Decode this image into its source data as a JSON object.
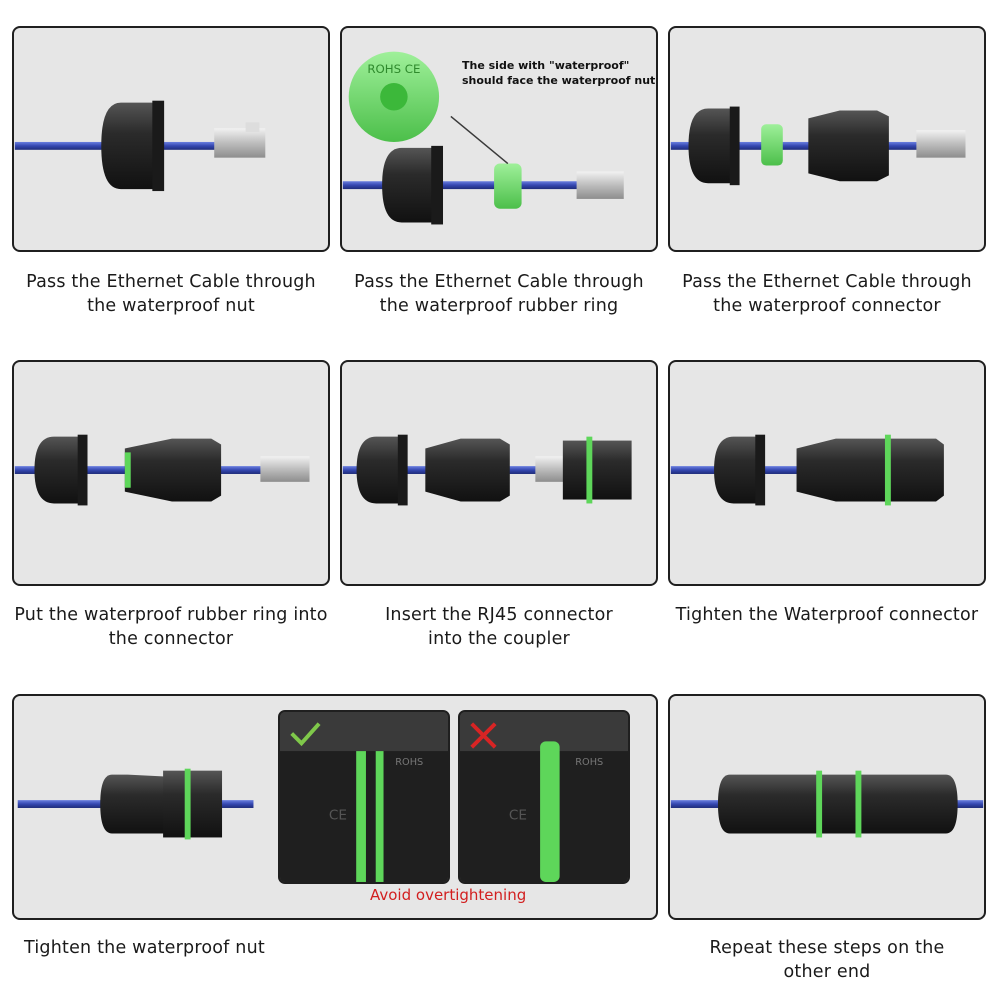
{
  "steps": [
    {
      "line1": "Pass the Ethernet Cable through",
      "line2": "the waterproof nut"
    },
    {
      "line1": "Pass the Ethernet Cable through",
      "line2": "the waterproof rubber ring"
    },
    {
      "line1": "Pass the Ethernet Cable through",
      "line2": "the waterproof connector"
    },
    {
      "line1": "Put the waterproof rubber ring into",
      "line2": "the connector"
    },
    {
      "line1": "Insert the RJ45 connector",
      "line2": "into the coupler"
    },
    {
      "line1": "Tighten the Waterproof connector",
      "line2": ""
    },
    {
      "line1": "Tighten the waterproof nut",
      "line2": ""
    },
    {
      "line1": "Repeat these steps on the",
      "line2": "other end"
    }
  ],
  "callout": {
    "line1": "The side with \"waterproof\"",
    "line2": "should face the waterproof nut"
  },
  "ring_text": "ROHS CE",
  "inset_text": {
    "emboss_top": "ROHS",
    "emboss_mark": "CE"
  },
  "warning": "Avoid overtightening",
  "icons": {
    "correct": "check-icon",
    "wrong": "cross-icon"
  },
  "colors": {
    "cable": "#3a4fb5",
    "ring": "#6fd66a",
    "body": "#262626",
    "check": "#7fc84a",
    "cross": "#d82424",
    "warning": "#d21f1f"
  }
}
